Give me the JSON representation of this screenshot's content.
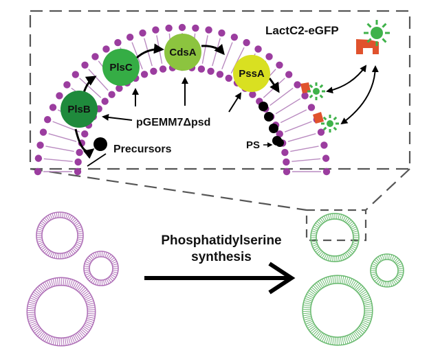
{
  "labels": {
    "probe": "LactC2-eGFP",
    "plasmid": "pGEMM7Δpsd",
    "precursors": "Precursors",
    "ps": "PS",
    "process_line1": "Phosphatidylserine",
    "process_line2": "synthesis"
  },
  "enzymes": [
    "PlsB",
    "PlsC",
    "CdsA",
    "PssA"
  ],
  "colors": {
    "lipid_head": "#9b3d9f",
    "vesicle_before": "#b072b8",
    "vesicle_after": "#6cbb72",
    "enzyme_plsb": "#1f8a3c",
    "enzyme_plsc": "#35ad45",
    "enzyme_cdsa": "#8cc43f",
    "enzyme_pssa": "#d9e021",
    "gfp": "#3fb24a",
    "lactc2_domain": "#e0522d",
    "dashed_frame": "#555555",
    "arrow": "#000000"
  },
  "icons": [
    "gfp-sun-icon",
    "lactc2-domain-icon"
  ]
}
